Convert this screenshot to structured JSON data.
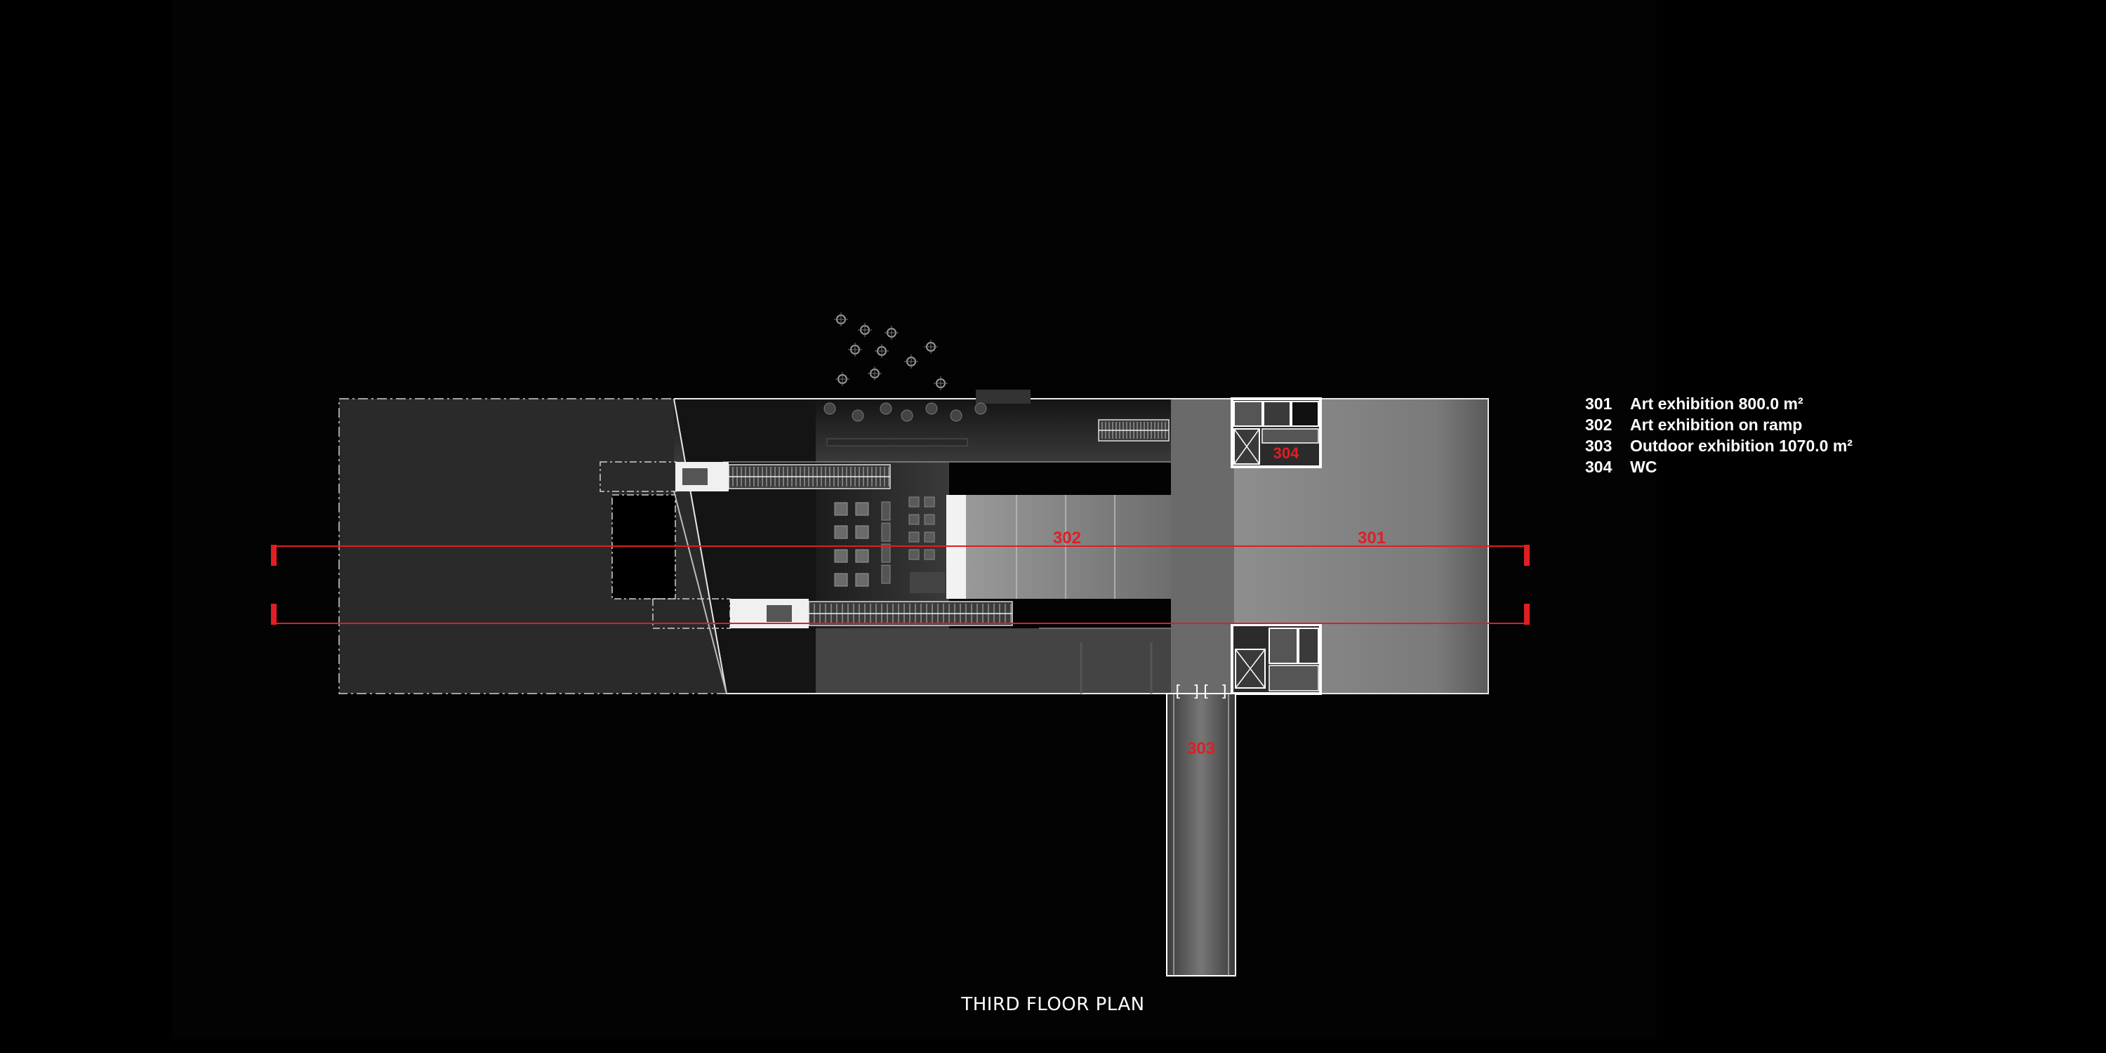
{
  "title": "THIRD FLOOR PLAN",
  "rooms": [
    {
      "code": "301",
      "label": "Art exhibition 800.0 m²"
    },
    {
      "code": "302",
      "label": "Art exhibition on ramp"
    },
    {
      "code": "303",
      "label": "Outdoor exhibition 1070.0 m²"
    },
    {
      "code": "304",
      "label": "WC"
    }
  ],
  "plan_labels": {
    "r301": "301",
    "r302": "302",
    "r303": "303",
    "r304": "304"
  },
  "colors": {
    "background": "#000000",
    "annotation_red": "#e01e24",
    "wall": "#ffffff",
    "floor": "#8a8a8a"
  }
}
